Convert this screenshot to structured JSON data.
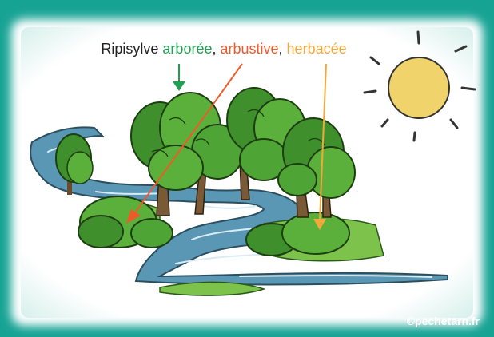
{
  "title": {
    "prefix": "Ripisylve ",
    "arboree": "arborée",
    "sep1": ", ",
    "arbustive": "arbustive",
    "sep2": ", ",
    "herbacee": "herbacée"
  },
  "credit": "©pechetarn.fr",
  "colors": {
    "frame": "#17a394",
    "arboree": "#21a052",
    "arbustive": "#ef5a2a",
    "herbacee": "#f2a83a",
    "river": "#5a97b4",
    "sun": "#f1d36b"
  }
}
